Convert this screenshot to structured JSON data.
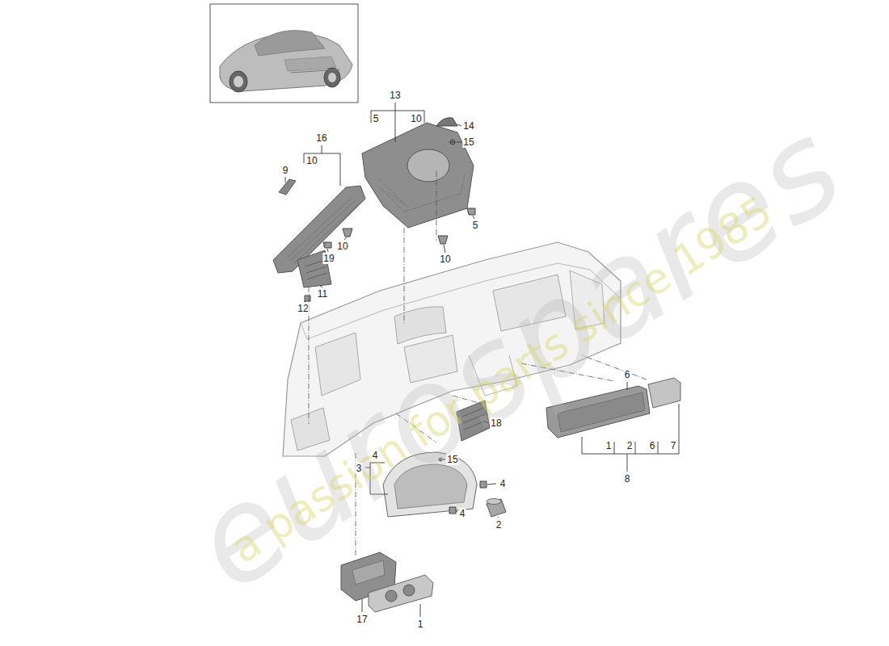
{
  "diagram": {
    "labels": [
      "13",
      "5",
      "10",
      "14",
      "15",
      "16",
      "10",
      "9",
      "5",
      "10",
      "19",
      "10",
      "11",
      "12",
      "6",
      "18",
      "4",
      "15",
      "3",
      "4",
      "4",
      "1",
      "2",
      "6",
      "7",
      "8",
      "2",
      "17",
      "1",
      "eurospares",
      "a passion for parts since 1985"
    ]
  }
}
